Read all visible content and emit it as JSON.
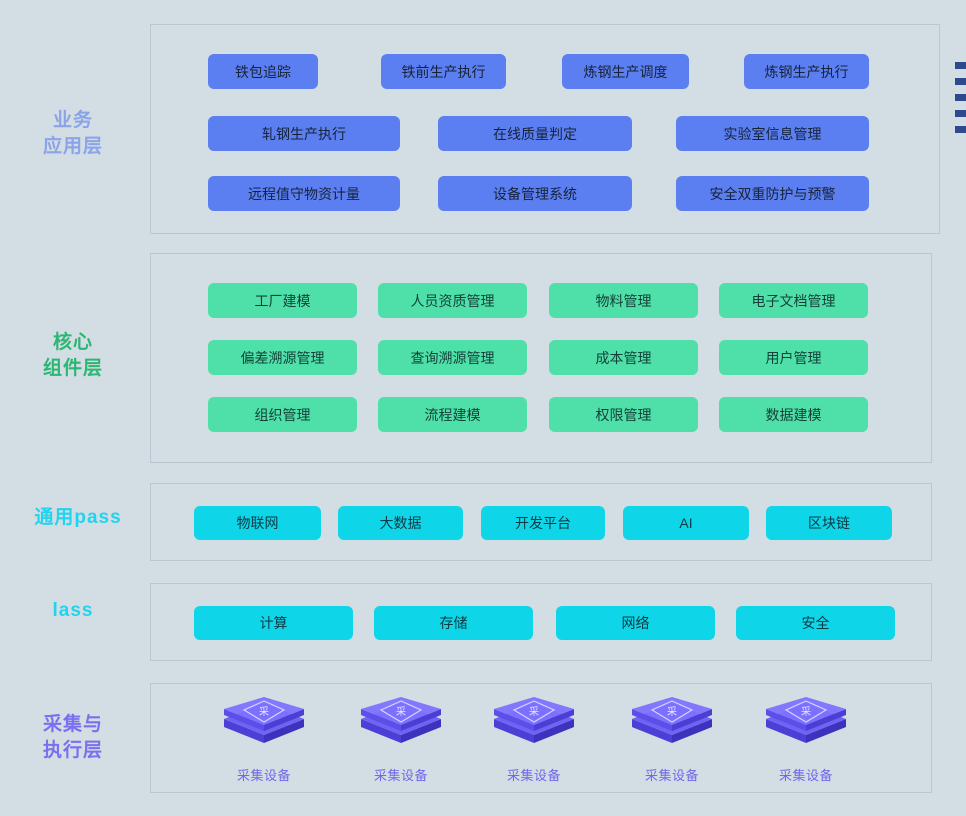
{
  "background_color": "#d3dde4",
  "palette": {
    "blue_chip": "#5b7ff0",
    "green_chip": "#4ee0a8",
    "cyan_chip": "#0fd5e8",
    "panel_border": "#b9c7d3",
    "label_business": "#8ba3e8",
    "label_core": "#2bb673",
    "label_paas": "#22d3ee",
    "label_iaas": "#22d3ee",
    "label_collect": "#7b6ff0",
    "device_body": "#5a4fe6",
    "device_top": "#6f63f5"
  },
  "layers": [
    {
      "id": "business-application",
      "label": "业务\n应用层",
      "label_color": "#8ba3e8",
      "chip_style": "blue",
      "rows": [
        [
          "铁包追踪",
          "铁前生产执行",
          "炼钢生产调度",
          "炼钢生产执行"
        ],
        [
          "轧钢生产执行",
          "在线质量判定",
          "实验室信息管理"
        ],
        [
          "远程值守物资计量",
          "设备管理系统",
          "安全双重防护与预警"
        ]
      ]
    },
    {
      "id": "core-component",
      "label": "核心\n组件层",
      "label_color": "#2bb673",
      "chip_style": "green",
      "rows": [
        [
          "工厂建模",
          "人员资质管理",
          "物料管理",
          "电子文档管理"
        ],
        [
          "偏差溯源管理",
          "查询溯源管理",
          "成本管理",
          "用户管理"
        ],
        [
          "组织管理",
          "流程建模",
          "权限管理",
          "数据建模"
        ]
      ]
    },
    {
      "id": "general-paas",
      "label": "通用pass",
      "label_color": "#22d3ee",
      "chip_style": "cyan",
      "rows": [
        [
          "物联网",
          "大数据",
          "开发平台",
          "AI",
          "区块链"
        ]
      ]
    },
    {
      "id": "iaas",
      "label": "lass",
      "label_color": "#22d3ee",
      "chip_style": "cyan",
      "rows": [
        [
          "计算",
          "存储",
          "网络",
          "安全"
        ]
      ]
    },
    {
      "id": "collection-execution",
      "label": "采集与\n执行层",
      "label_color": "#7b6ff0",
      "chip_style": "device",
      "devices": [
        {
          "label": "采集设备",
          "glyph": "采"
        },
        {
          "label": "采集设备",
          "glyph": "采"
        },
        {
          "label": "采集设备",
          "glyph": "采"
        },
        {
          "label": "采集设备",
          "glyph": "采"
        },
        {
          "label": "采集设备",
          "glyph": "采"
        }
      ]
    }
  ]
}
